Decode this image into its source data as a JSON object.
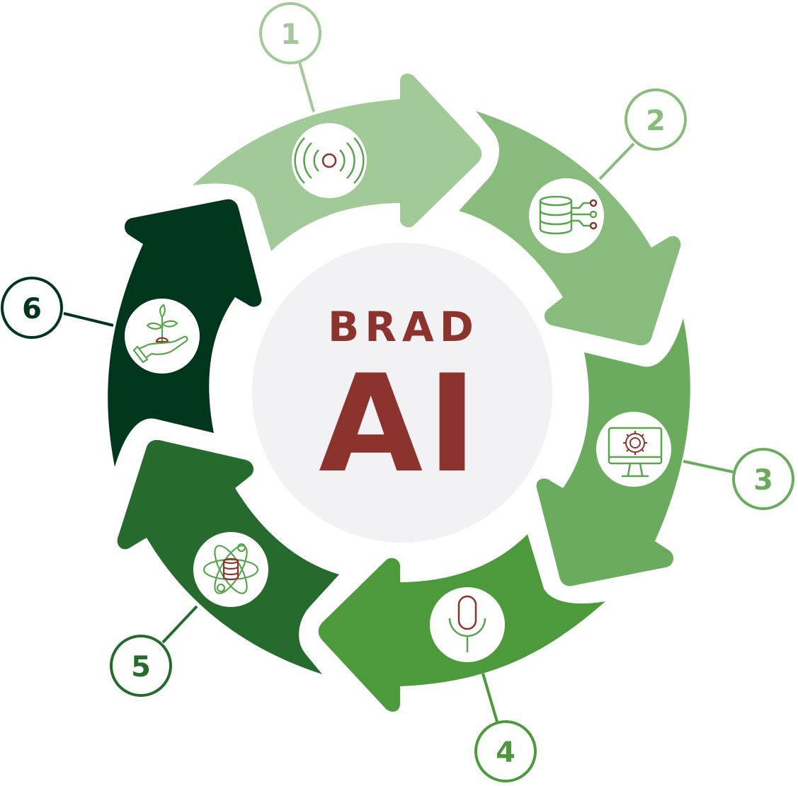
{
  "colors": {
    "step1": "#a2c998",
    "step2": "#88bb7c",
    "step3": "#6aab5e",
    "step4": "#4d9a3c",
    "step5": "#276a2e",
    "step6": "#00361c",
    "brand": "#8b332c",
    "center": "#f2f2f4",
    "icon_line": "#5aa34f"
  },
  "brand": {
    "line1": "BRAD",
    "line2": "AI"
  },
  "steps": [
    {
      "number": "1",
      "icon": "broadcast-signal-icon"
    },
    {
      "number": "2",
      "icon": "database-network-icon"
    },
    {
      "number": "3",
      "icon": "monitor-gear-icon"
    },
    {
      "number": "4",
      "icon": "microphone-icon"
    },
    {
      "number": "5",
      "icon": "atom-database-icon"
    },
    {
      "number": "6",
      "icon": "hand-plant-icon"
    }
  ]
}
